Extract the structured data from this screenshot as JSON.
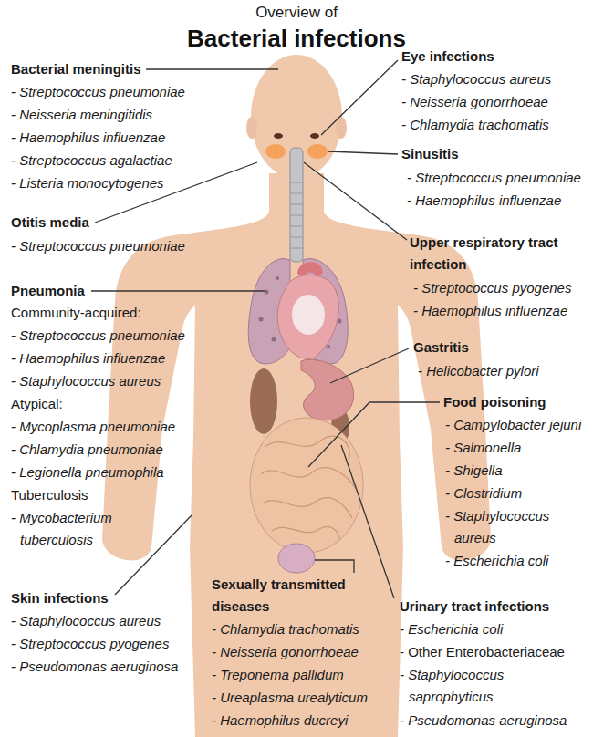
{
  "diagram": {
    "title": "Bacterial infections",
    "labels": [
      "Overview of",
      "Bacterial meningitis",
      "- Streptococcus pneumoniae",
      "- Neisseria meningitidis",
      "- Haemophilus influenzae",
      "- Streptococcus agalactiae",
      "- Listeria monocytogenes",
      "Eye infections",
      "- Staphylococcus aureus",
      "- Neisseria gonorrhoeae",
      "- Chlamydia trachomatis",
      "Sinusitis",
      "- Streptococcus pneumoniae",
      "- Haemophilus influenzae",
      "Otitis media",
      "- Streptococcus pneumoniae",
      "Upper respiratory tract infection",
      "- Streptococcus pyogenes",
      "- Haemophilus influenzae",
      "Pneumonia",
      "Community-acquired:",
      "- Streptococcus pneumoniae",
      "- Haemophilus influenzae",
      "- Staphylococcus aureus",
      "Atypical:",
      "- Mycoplasma pneumoniae",
      "- Chlamydia pneumoniae",
      "- Legionella pneumophila",
      "Tuberculosis",
      "- Mycobacterium tuberculosis",
      "Gastritis",
      "- Helicobacter pylori",
      "Food poisoning",
      "- Campylobacter jejuni",
      "- Salmonella",
      "- Shigella",
      "- Clostridium",
      "- Staphylococcus aureus",
      "- Escherichia coli",
      "Skin infections",
      "- Staphylococcus aureus",
      "- Streptococcus pyogenes",
      "- Pseudomonas aeruginosa",
      "Sexually transmitted diseases",
      "- Chlamydia trachomatis",
      "- Neisseria gonorrhoeae",
      "- Treponema pallidum",
      "- Ureaplasma urealyticum",
      "- Haemophilus ducreyi",
      "Urinary tract infections",
      "- Escherichia coli",
      "- Other Enterobacteriaceae",
      "- Staphylococcus saprophyticus",
      "- Pseudomonas aeruginosa"
    ]
  }
}
